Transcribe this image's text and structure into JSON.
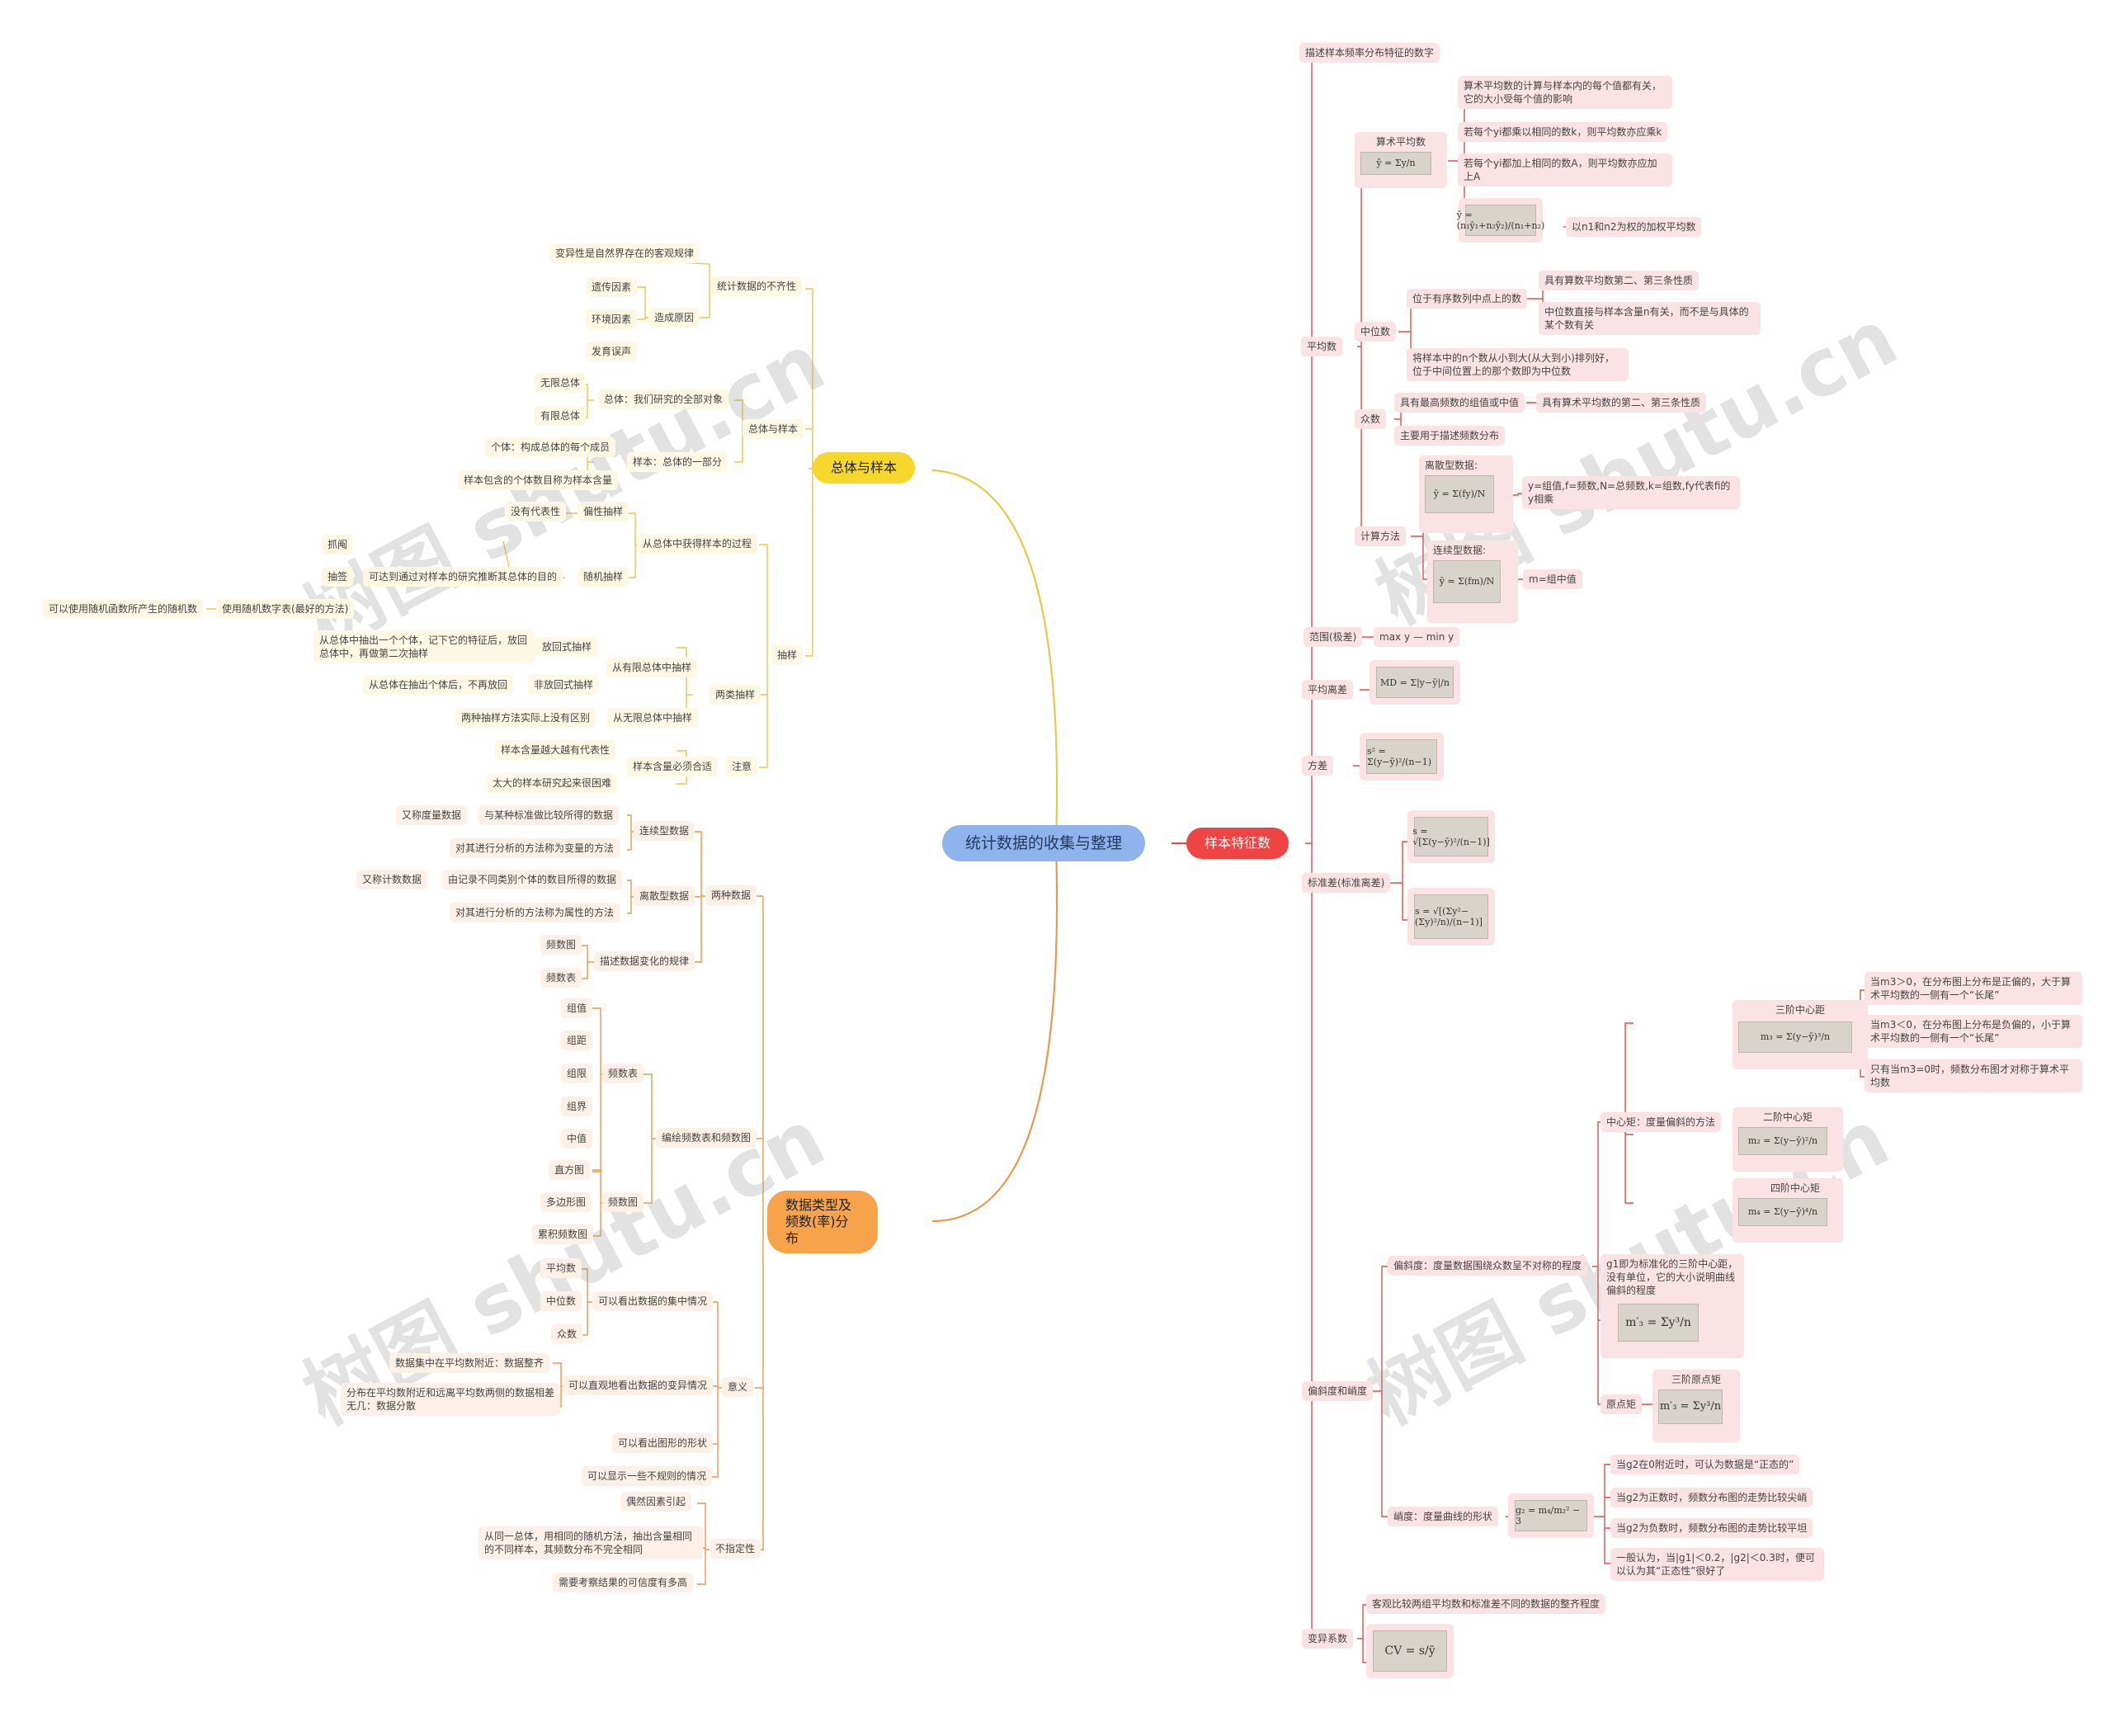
{
  "root": "统计数据的收集与整理",
  "watermark": "树图 shutu.cn",
  "colors": {
    "yellow_branch": "#e8c84a",
    "orange_branch": "#e69a4f",
    "red_branch": "#d9534f",
    "root": "#8fb3ec"
  },
  "b1": {
    "title": "总体与样本",
    "c1": {
      "label": "统计数据的不齐性",
      "items": [
        "变异性是自然界存在的客观规律",
        "造成原因",
        "遗传因素",
        "环境因素",
        "发育误声"
      ]
    },
    "c2": {
      "label": "总体与样本",
      "pop": "总体：我们研究的全部对象",
      "inf": "无限总体",
      "fin": "有限总体",
      "samp": "样本：总体的一部分",
      "ind": "个体：构成总体的每个成员",
      "size": "样本包含的个体数目称为样本含量"
    },
    "c3": {
      "label": "抽样",
      "proc": "从总体中获得样本的过程",
      "nonrep": "没有代表性",
      "biased": "偏性抽样",
      "lottery": "抓阄",
      "draw": "抽签",
      "infer": "可达到通过对样本的研究推断其总体的目的",
      "random": "随机抽样",
      "rng": "可以使用随机函数所产生的随机数",
      "table": "使用随机数字表(最好的方法)",
      "two": "两类抽样",
      "finite": "从有限总体中抽样",
      "rep_desc": "从总体中抽出一个个体，记下它的特征后，放回总体中，再做第二次抽样",
      "rep": "放回式抽样",
      "norep_desc": "从总体在抽出个体后，不再放回",
      "norep": "非放回式抽样",
      "same": "两种抽样方法实际上没有区别",
      "infinite": "从无限总体中抽样",
      "note": "注意",
      "must": "样本含量必须合适",
      "big": "样本含量越大越有代表性",
      "toobig": "太大的样本研究起来很困难"
    }
  },
  "b2": {
    "title": "数据类型及频数(率)分布",
    "types": {
      "label": "两种数据",
      "cont": "连续型数据",
      "alias1": "又称度量数据",
      "cont_def": "与某种标准做比较所得的数据",
      "cont_m": "对其进行分析的方法称为变量的方法",
      "disc": "离散型数据",
      "alias2": "又称计数数据",
      "disc_def": "由记录不同类别个体的数目所得的数据",
      "disc_m": "对其进行分析的方法称为属性的方法",
      "desc": "描述数据变化的规律",
      "hist": "频数图",
      "tab": "频数表"
    },
    "make": {
      "label": "编绘频数表和频数图",
      "table": "频数表",
      "t_items": [
        "组值",
        "组距",
        "组限",
        "组界",
        "中值"
      ],
      "graph": "频数图",
      "g_items": [
        "直方图",
        "多边形图",
        "累积频数图"
      ]
    },
    "meaning": {
      "label": "意义",
      "center": "可以看出数据的集中情况",
      "c_items": [
        "平均数",
        "中位数",
        "众数"
      ],
      "var": "可以直观地看出数据的变异情况",
      "v1": "数据集中在平均数附近：数据整齐",
      "v2": "分布在平均数附近和远离平均数两侧的数据相差无几：数据分散",
      "shape": "可以看出图形的形状",
      "irreg": "可以显示一些不规则的情况"
    },
    "uncertain": {
      "label": "不指定性",
      "i1": "偶然因素引起",
      "i2": "从同一总体，用相同的随机方法，抽出含量相同的不同样本，其频数分布不完全相同",
      "i3": "需要考察结果的可信度有多高"
    }
  },
  "b3": {
    "title": "样本特征数",
    "desc": "描述样本频率分布特征的数字",
    "mean": {
      "label": "平均数",
      "arith": "算术平均数",
      "a1": "算术平均数的计算与样本内的每个值都有关，它的大小受每个值的影响",
      "a2": "若每个yi都乘以相同的数k，则平均数亦应乘k",
      "a3": "若每个yi都加上相同的数A，则平均数亦应加上A",
      "a4": "以n1和n2为权的加权平均数",
      "f_arith": "ȳ = Σy/n",
      "f_weight": "ȳ = (n₁ȳ₁+n₂ȳ₂)/(n₁+n₂)",
      "median": "中位数",
      "m_pos": "位于有序数列中点上的数",
      "m1": "具有算数平均数第二、第三条性质",
      "m2": "中位数直接与样本含量n有关，而不是与具体的某个数有关",
      "m3": "将样本中的n个数从小到大(从大到小)排列好，位于中间位置上的那个数即为中位数",
      "mode": "众数",
      "mo1": "具有最高频数的组值或中值",
      "mo2": "具有算术平均数的第二、第三条性质",
      "mo3": "主要用于描述频数分布",
      "calc": "计算方法",
      "discrete": "离散型数据:",
      "d_desc": "y=组值,f=频数,N=总频数,k=组数,fy代表fi的y相乘",
      "continuous": "连续型数据:",
      "c_desc": "m=组中值",
      "f_disc": "ȳ = Σ(fy)/N",
      "f_cont": "ȳ = Σ(fm)/N"
    },
    "range": {
      "label": "范围(极差)",
      "val": "max y — min y"
    },
    "md": {
      "label": "平均离差",
      "f": "MD = Σ|y−ȳ|/n"
    },
    "var": {
      "label": "方差",
      "f": "s² = Σ(y−ȳ)²/(n−1)"
    },
    "sd": {
      "label": "标准差(标准离差)",
      "f1": "s = √[Σ(y−ȳ)²/(n−1)]",
      "f2": "s = √[(Σy²−(Σy)²/n)/(n−1)]"
    },
    "skew": {
      "label": "偏斜度和峭度",
      "sk": "偏斜度：度量数据围绕众数呈不对称的程度",
      "central": "中心矩：度量偏斜的方法",
      "m3": "三阶中心距",
      "m3f": "m₃ = Σ(y−ȳ)³/n",
      "s1": "当m3＞0，在分布图上分布是正偏的，大于算术平均数的一侧有一个“长尾”",
      "s2": "当m3＜0，在分布图上分布是负偏的，小于算术平均数的一侧有一个“长尾”",
      "s3": "只有当m3=0时，频数分布图才对称于算术平均数",
      "m2": "二阶中心矩",
      "m2f": "m₂ = Σ(y−ȳ)²/n",
      "m4": "四阶中心矩",
      "m4f": "m₄ = Σ(y−ȳ)⁴/n",
      "g1": "g1即为标准化的三阶中心距，没有单位，它的大小说明曲线偏斜的程度",
      "g1f": "m′₃ = Σy³/n",
      "origin": "原点矩",
      "o3": "三阶原点矩",
      "o3f": "m′₃ = Σy³/n",
      "kurt": "峭度：度量曲线的形状",
      "kf": "g₂ = m₄/m₂² − 3",
      "k1": "当g2在0附近时，可认为数据是“正态的”",
      "k2": "当g2为正数时，频数分布图的走势比较尖峭",
      "k3": "当g2为负数时，频数分布图的走势比较平坦",
      "k4": "一般认为，当|g1|＜0.2，|g2|＜0.3时，便可以认为其“正态性”很好了"
    },
    "cv": {
      "label": "变异系数",
      "desc": "客观比较两组平均数和标准差不同的数据的整齐程度",
      "f": "CV = s/ȳ"
    }
  }
}
